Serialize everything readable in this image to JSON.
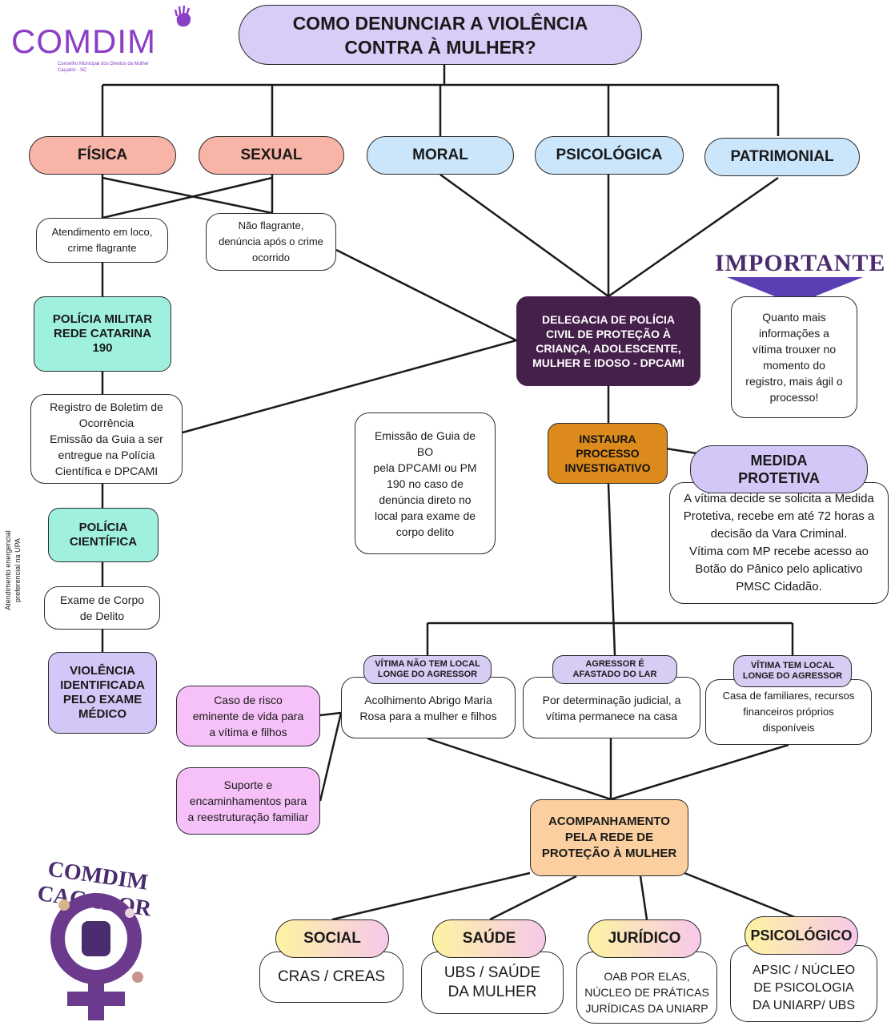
{
  "logo": {
    "name": "COMDIM",
    "subtitle": "Conselho Municipal dos Direitos da Mulher\nCaçador - SC"
  },
  "title": "COMO DENUNCIAR A VIOLÊNCIA\nCONTRA À MULHER?",
  "violence_types": [
    "FÍSICA",
    "SEXUAL",
    "MORAL",
    "PSICOLÓGICA",
    "PATRIMONIAL"
  ],
  "flagrante": "Atendimento em loco,\ncrime flagrante",
  "nao_flagrante": "Não flagrante,\ndenúncia após o crime\nocorrido",
  "policia_militar": "POLÍCIA MILITAR\nREDE CATARINA\n190",
  "registro_bo": "Registro de Boletim de\nOcorrência\nEmissão da Guia a ser\nentregue na Polícia\nCientífica e DPCAMI",
  "policia_cientifica": "POLÍCIA\nCIENTÍFICA",
  "exame": "Exame de Corpo\nde Delito",
  "violencia_identificada": "VIOLÊNCIA\nIDENTIFICADA\nPELO EXAME\nMÉDICO",
  "side_note": "Atendimento energencial\npreferencial na UPA",
  "dpcami": "DELEGACIA DE POLÍCIA\nCIVIL DE PROTEÇÃO À\nCRIANÇA, ADOLESCENTE,\nMULHER E IDOSO - DPCAMI",
  "guia_bo": "Emissão de Guia de\nBO\npela DPCAMI ou PM\n190 no caso de\ndenúncia direto no\nlocal para exame de\ncorpo delito",
  "importante": {
    "heading": "IMPORTANTE",
    "text": "Quanto mais\ninformações a\nvítima trouxer no\nmomento do\nregistro, mais ágil o\nprocesso!"
  },
  "instaura": "INSTAURA\nPROCESSO\nINVESTIGATIVO",
  "medida": {
    "heading": "MEDIDA\nPROTETIVA",
    "text": "A vítima decide se solicita a Medida\nProtetiva, recebe em até 72 horas a\ndecisão da Vara Criminal.\nVítima com MP recebe acesso ao\nBotão do Pânico pelo aplicativo\nPMSC Cidadão."
  },
  "situations": [
    {
      "tag": "VÍTIMA NÃO TEM LOCAL\nLONGE DO AGRESSOR",
      "text": "Acolhimento Abrigo Maria\nRosa para a mulher e filhos"
    },
    {
      "tag": "AGRESSOR É\nAFASTADO DO LAR",
      "text": "Por determinação judicial, a\nvítima permanece na casa"
    },
    {
      "tag": "VÍTIMA TEM LOCAL\nLONGE DO AGRESSOR",
      "text": "Casa de familiares, recursos\nfinanceiros próprios\ndisponíveis"
    }
  ],
  "caso_risco": "Caso de risco\neminente de vida para\na vítima e filhos",
  "suporte": "Suporte e\nencaminhamentos para\na reestruturação familiar",
  "acompanhamento": "ACOMPANHAMENTO\nPELA REDE DE\nPROTEÇÃO À MULHER",
  "services": [
    {
      "name": "SOCIAL",
      "text": "CRAS / CREAS"
    },
    {
      "name": "SAÚDE",
      "text": "UBS / SAÚDE\nDA MULHER"
    },
    {
      "name": "JURÍDICO",
      "text": "OAB POR ELAS,\nNÚCLEO DE PRÁTICAS\nJURÍDICAS DA UNIARP"
    },
    {
      "name": "PSICOLÓGICO",
      "text": "APSIC / NÚCLEO\nDE PSICOLOGIA\nDA UNIARP/ UBS"
    }
  ],
  "footer_logo": "COMDIM CAÇADOR",
  "colors": {
    "purple": "#8b3fc6",
    "dark": "#45204a",
    "orange": "#dc8a1c"
  }
}
